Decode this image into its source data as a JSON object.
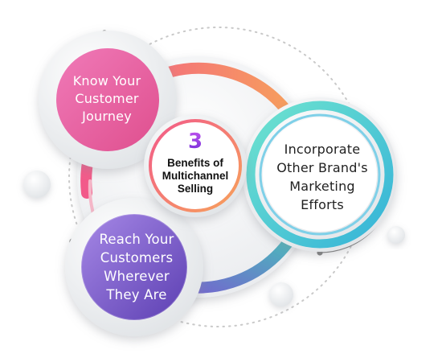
{
  "center": {
    "number": "3",
    "title": "Benefits of\nMultichannel\nSelling"
  },
  "items": [
    {
      "label": "Know Your\nCustomer\nJourney",
      "color_start": "#f07ab8",
      "color_end": "#e0508f"
    },
    {
      "label": "Reach Your\nCustomers\nWherever\nThey Are",
      "color_start": "#9c7ee0",
      "color_end": "#6246b8"
    },
    {
      "label": "Incorporate\nOther Brand's\nMarketing\nEfforts",
      "color_start": "#5dd8c8",
      "color_end": "#3fb7d6"
    }
  ],
  "colors": {
    "ring_pink": "#f25a8a",
    "ring_orange": "#f7a25a",
    "ring_teal": "#3ed1b7",
    "ring_purple": "#7b57d1",
    "dots": "#c9c9c9",
    "connector": "#7d7d7d"
  }
}
